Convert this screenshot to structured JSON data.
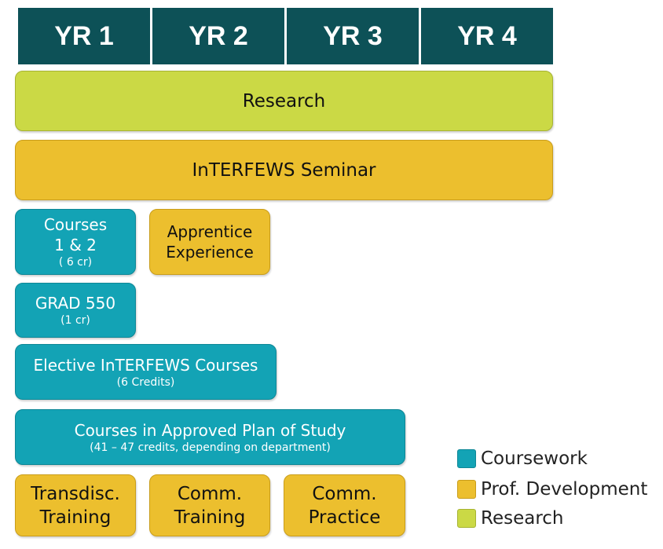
{
  "header": {
    "years": [
      "YR 1",
      "YR 2",
      "YR 3",
      "YR 4"
    ]
  },
  "bars": {
    "research": "Research",
    "seminar": "InTERFEWS Seminar"
  },
  "boxes": {
    "courses_1_2": {
      "line1": "Courses",
      "line2": "1 & 2",
      "note": "( 6 cr)"
    },
    "apprentice": {
      "line1": "Apprentice",
      "line2": "Experience"
    },
    "grad550": {
      "line1": "GRAD 550",
      "note": "(1 cr)"
    },
    "elective": {
      "line1": "Elective InTERFEWS Courses",
      "note": "(6 Credits)"
    },
    "plan_of_study": {
      "line1": "Courses in Approved Plan of Study",
      "note": "(41 – 47 credits, depending  on department)"
    },
    "transdisc": {
      "line1": "Transdisc.",
      "line2": "Training"
    },
    "comm_training": {
      "line1": "Comm.",
      "line2": "Training"
    },
    "comm_practice": {
      "line1": "Comm.",
      "line2": "Practice"
    }
  },
  "legend": [
    {
      "label": "Coursework",
      "color": "#13a3b5"
    },
    {
      "label": "Prof. Development",
      "color": "#ecbf2e"
    },
    {
      "label": "Research",
      "color": "#cbd945"
    }
  ],
  "colors": {
    "header": "#0d5157",
    "coursework": "#13a3b5",
    "prof_development": "#ecbf2e",
    "research": "#cbd945"
  }
}
